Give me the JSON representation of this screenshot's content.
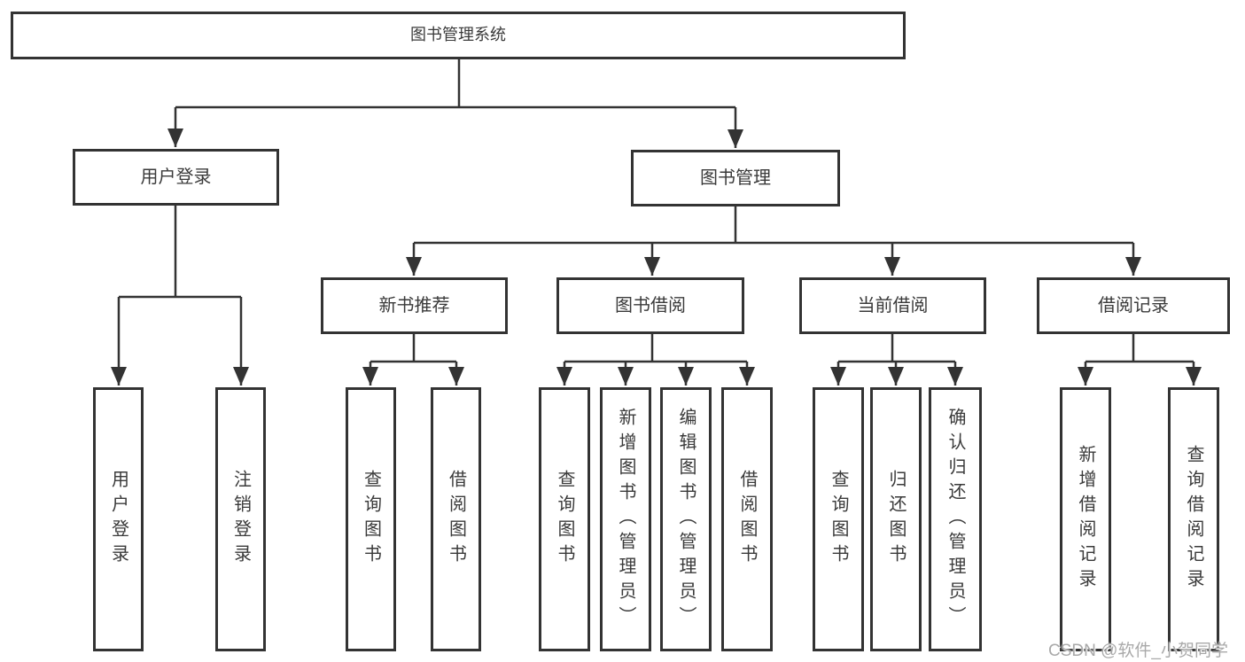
{
  "colors": {
    "line": "#333333",
    "text": "#3a3a3a",
    "box_background": "#ffffff",
    "watermark": "#a9a9a9"
  },
  "watermark": {
    "text": "CSDN @软件_小贺同学"
  },
  "tree": {
    "root": {
      "label": "图书管理系统"
    },
    "level2": [
      {
        "label": "用户登录"
      },
      {
        "label": "图书管理"
      }
    ],
    "level3": [
      {
        "label": "新书推荐"
      },
      {
        "label": "图书借阅"
      },
      {
        "label": "当前借阅"
      },
      {
        "label": "借阅记录"
      }
    ],
    "leaves": {
      "user_login": [
        {
          "label": "用户登录"
        },
        {
          "label": "注销登录"
        }
      ],
      "new_book_rec": [
        {
          "label": "查询图书"
        },
        {
          "label": "借阅图书"
        }
      ],
      "book_borrow": [
        {
          "label": "查询图书"
        },
        {
          "label": "新增图书（管理员）"
        },
        {
          "label": "编辑图书（管理员）"
        },
        {
          "label": "借阅图书"
        }
      ],
      "current_borrow": [
        {
          "label": "查询图书"
        },
        {
          "label": "归还图书"
        },
        {
          "label": "确认归还（管理员）"
        }
      ],
      "borrow_records": [
        {
          "label": "新增借阅记录"
        },
        {
          "label": "查询借阅记录"
        }
      ]
    }
  }
}
